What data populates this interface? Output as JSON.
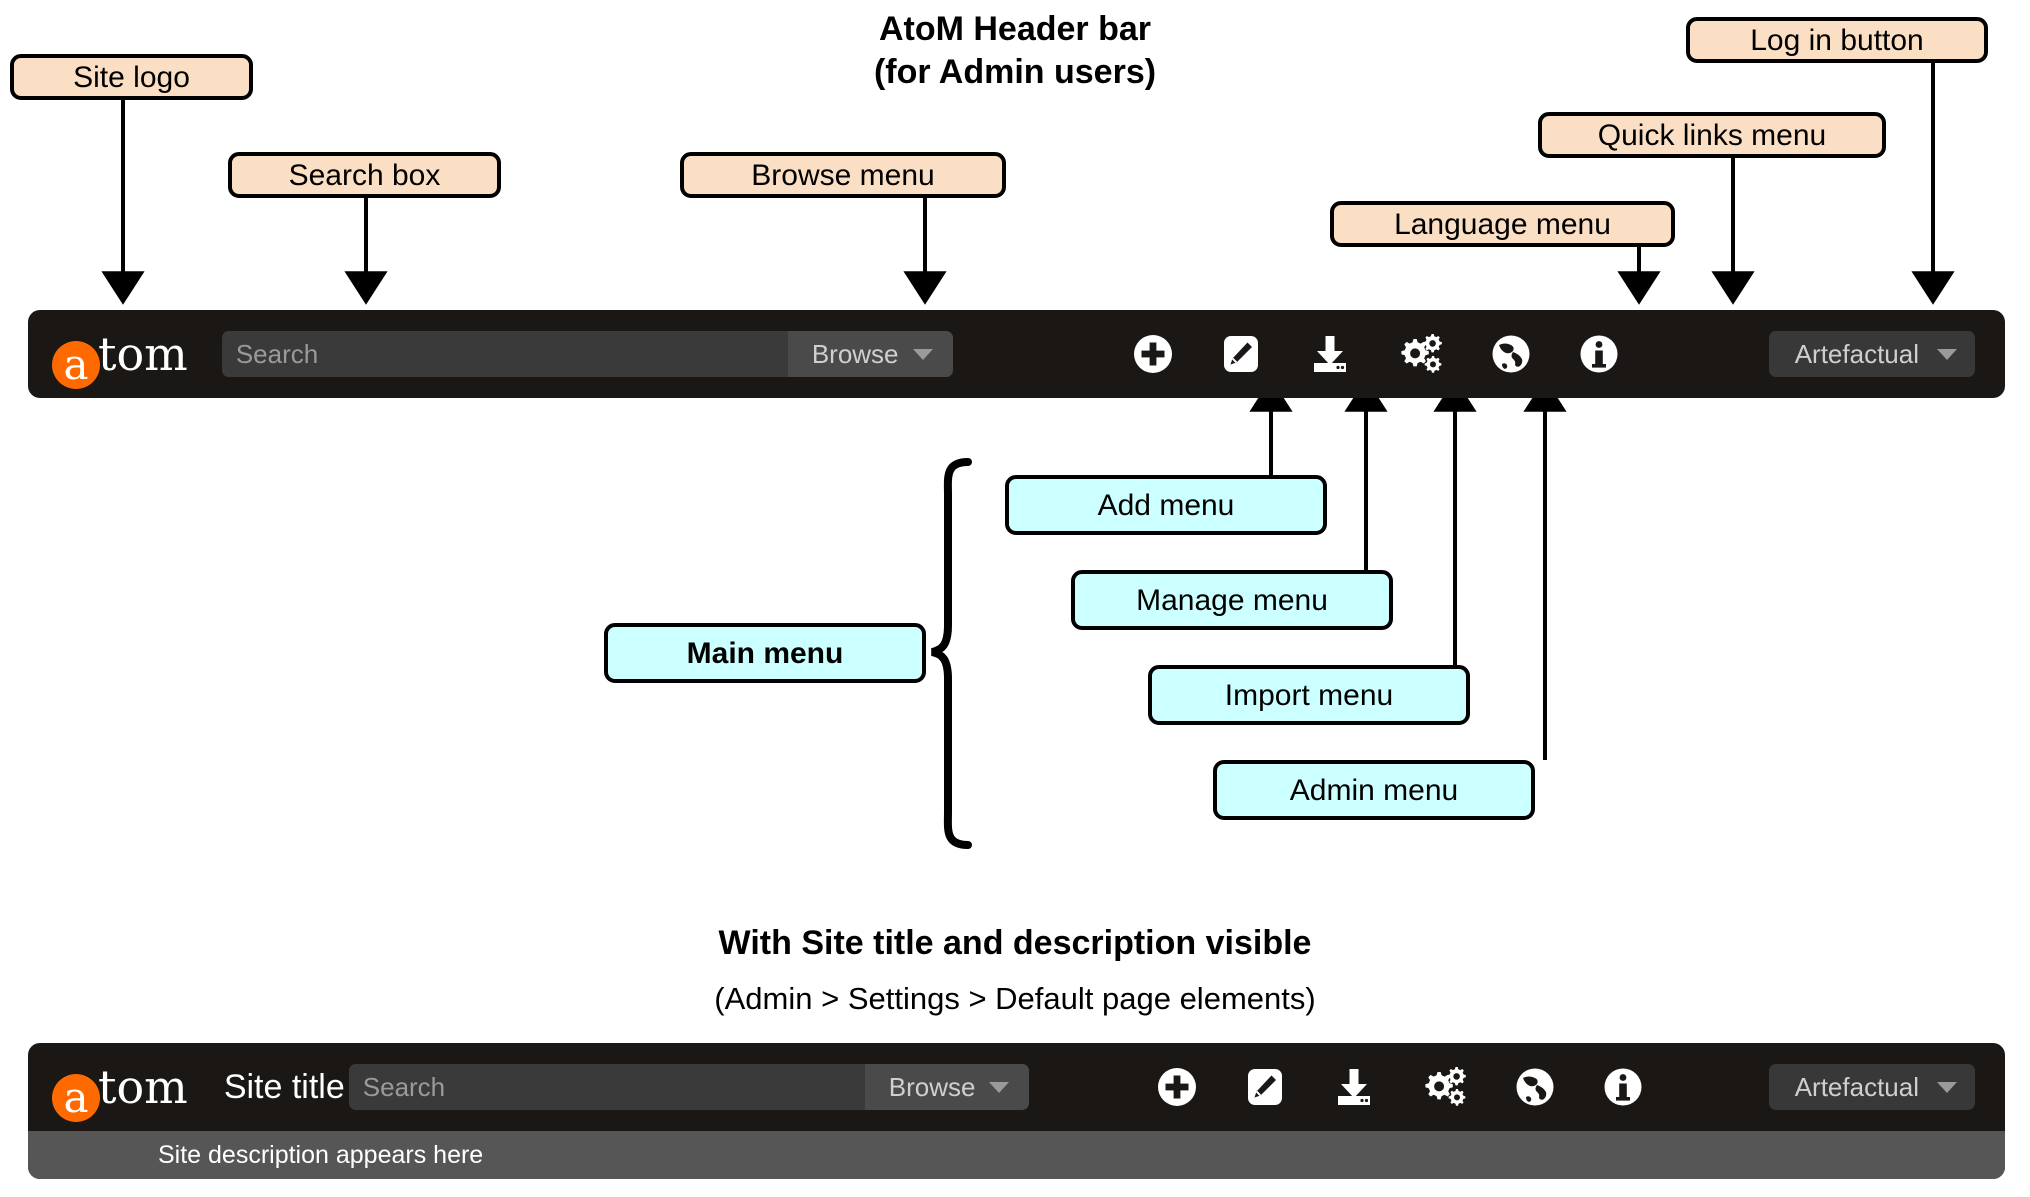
{
  "titles": {
    "main_line1": "AtoM Header bar",
    "main_line2": "(for Admin users)",
    "second_line1": "With Site title and description visible",
    "second_line2": "(Admin > Settings > Default page elements)"
  },
  "callouts": {
    "site_logo": "Site logo",
    "search_box": "Search box",
    "browse_menu": "Browse menu",
    "language_menu": "Language menu",
    "quick_links_menu": "Quick links menu",
    "log_in_button": "Log in button",
    "main_menu": "Main menu",
    "add_menu": "Add menu",
    "manage_menu": "Manage menu",
    "import_menu": "Import menu",
    "admin_menu": "Admin menu"
  },
  "header_bar": {
    "logo_letter": "a",
    "logo_word": "tom",
    "search_placeholder": "Search",
    "search_value": "",
    "browse_label": "Browse",
    "user_label": "Artefactual",
    "icons": [
      "add-plus-icon",
      "edit-pencil-icon",
      "import-download-icon",
      "admin-gears-icon",
      "language-globe-icon",
      "quick-links-info-icon"
    ]
  },
  "header_bar_with_title": {
    "logo_letter": "a",
    "logo_word": "tom",
    "site_title": "Site title",
    "search_placeholder": "Search",
    "search_value": "",
    "browse_label": "Browse",
    "user_label": "Artefactual",
    "site_description": "Site description appears here"
  },
  "colors": {
    "bar_background": "#1a1715",
    "logo_orange": "#ff6a00",
    "callout_tan": "#fbdfc4",
    "callout_cyan": "#ccffff",
    "description_strip": "#565656"
  }
}
